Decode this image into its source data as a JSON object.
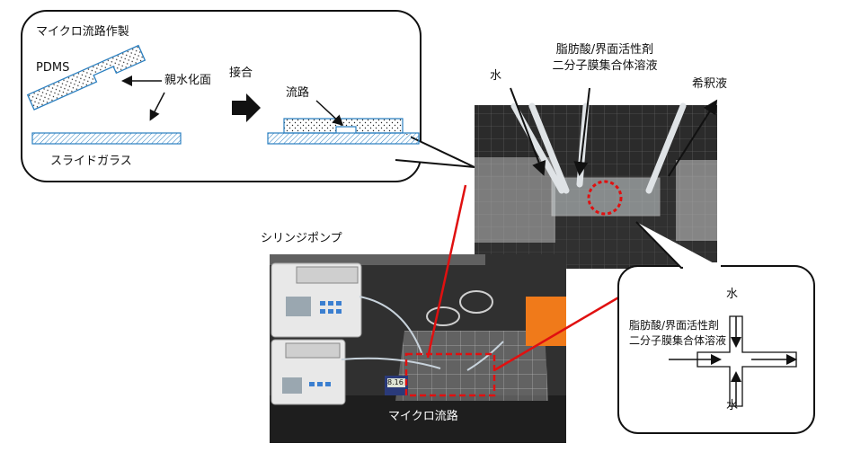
{
  "fabrication": {
    "title": "マイクロ流路作製",
    "pdms_label": "PDMS",
    "hydrophilize_label": "親水化面",
    "slide_glass_label": "スライドガラス",
    "bonding_label": "接合",
    "channel_label": "流路"
  },
  "photo_labels": {
    "syringe_pump": "シリンジポンプ",
    "microchannel": "マイクロ流路",
    "water_left": "水",
    "solution_line1": "脂肪酸/界面活性剤",
    "solution_line2": "二分子膜集合体溶液",
    "dilution": "希釈液",
    "timer_display": "8.16"
  },
  "schematic": {
    "water_top": "水",
    "solution_line1": "脂肪酸/界面活性剤",
    "solution_line2": "二分子膜集合体溶液",
    "water_bottom": "水"
  },
  "colors": {
    "pdms_outline": "#2a7fc0",
    "highlight_red": "#e01010",
    "bench_black": "#1c1c1c"
  }
}
